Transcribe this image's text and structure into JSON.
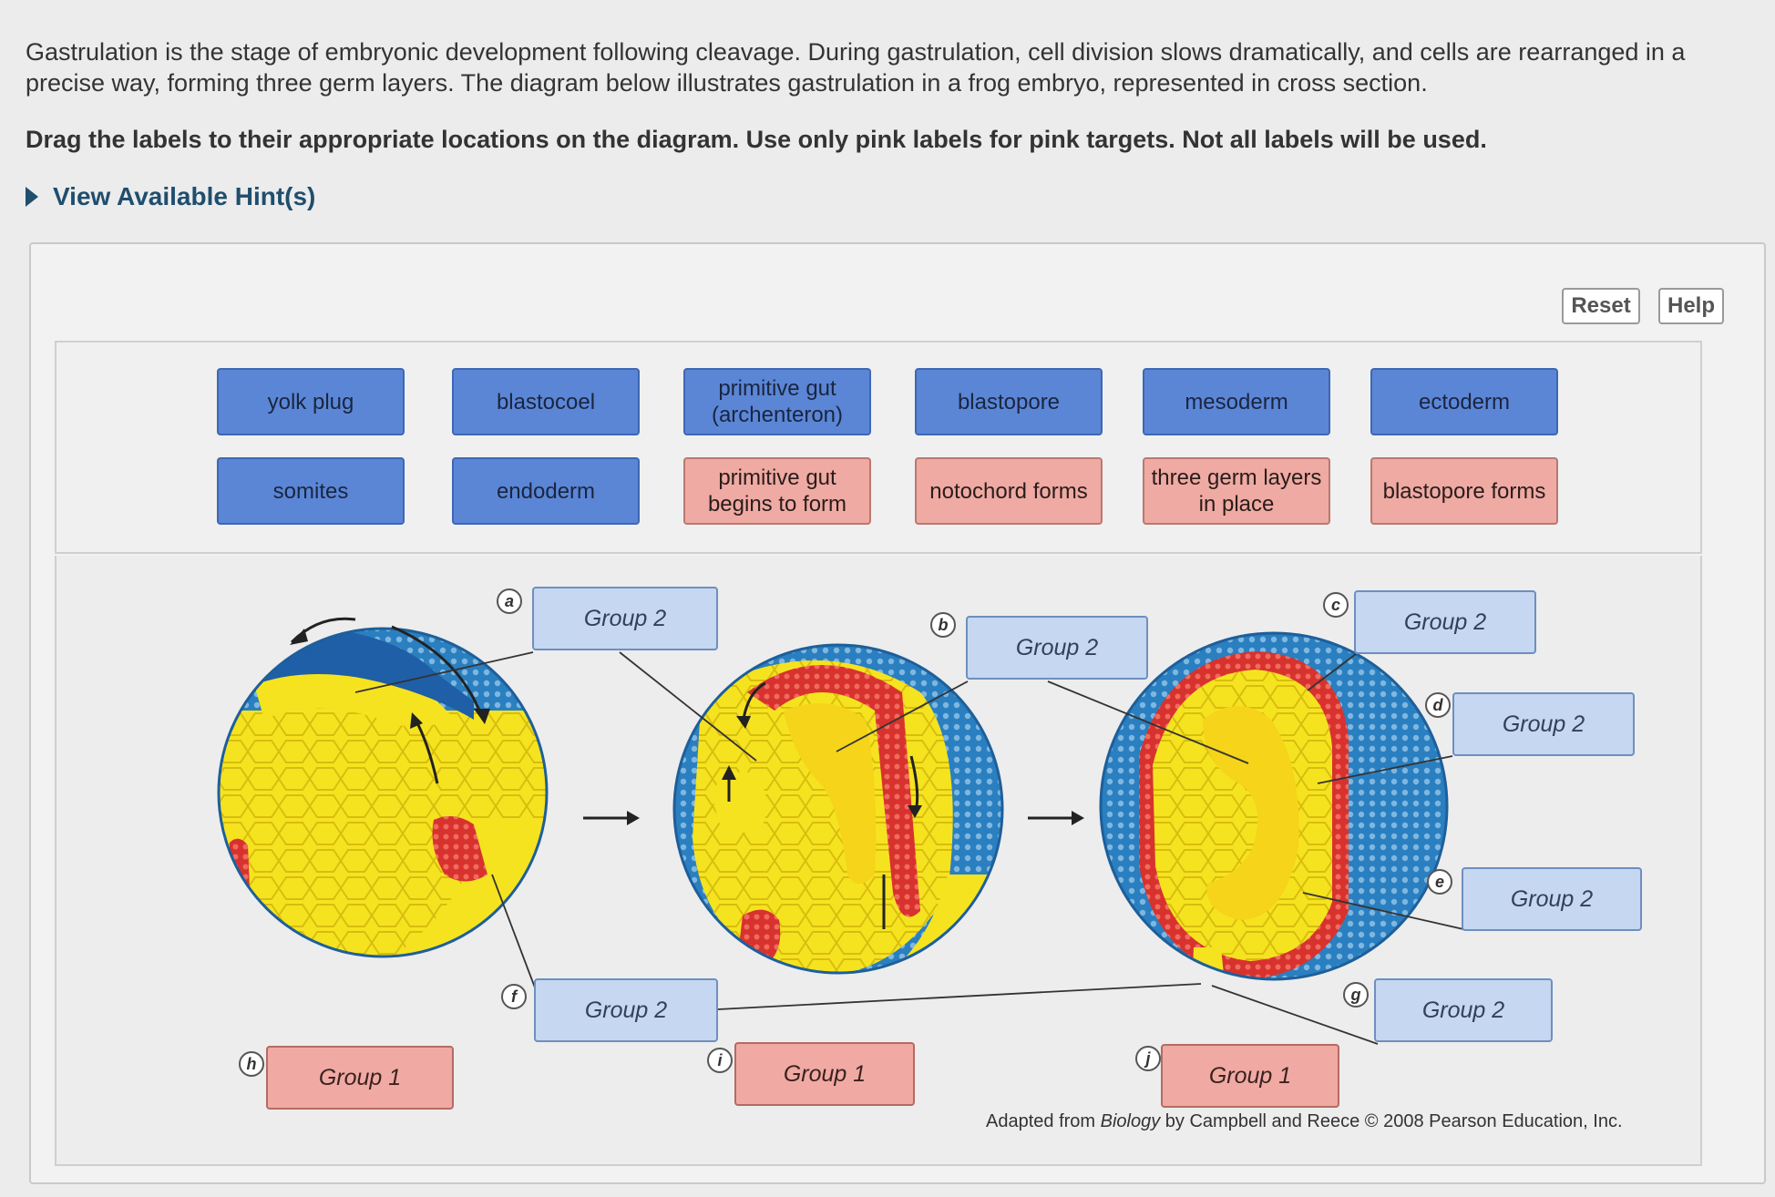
{
  "intro": {
    "text": "Gastrulation is the stage of embryonic development following cleavage. During gastrulation, cell division slows dramatically, and cells are rearranged in a precise way, forming three germ layers. The diagram below illustrates gastrulation in a frog embryo, represented in cross section.",
    "instruction": "Drag the labels to their appropriate locations on the diagram. Use only pink labels for pink targets. Not all labels will be used.",
    "hint_link": "View Available Hint(s)"
  },
  "toolbar": {
    "reset": "Reset",
    "help": "Help"
  },
  "label_bank": {
    "row1": [
      {
        "text": "yolk plug",
        "color": "blue"
      },
      {
        "text": "blastocoel",
        "color": "blue"
      },
      {
        "text": "primitive gut (archenteron)",
        "color": "blue"
      },
      {
        "text": "blastopore",
        "color": "blue"
      },
      {
        "text": "mesoderm",
        "color": "blue"
      },
      {
        "text": "ectoderm",
        "color": "blue"
      }
    ],
    "row2": [
      {
        "text": "somites",
        "color": "blue"
      },
      {
        "text": "endoderm",
        "color": "blue"
      },
      {
        "text": "primitive gut begins to form",
        "color": "pink"
      },
      {
        "text": "notochord forms",
        "color": "pink"
      },
      {
        "text": "three germ layers in place",
        "color": "pink"
      },
      {
        "text": "blastopore forms",
        "color": "pink"
      }
    ]
  },
  "targets": {
    "a": {
      "marker": "a",
      "text": "Group 2"
    },
    "b": {
      "marker": "b",
      "text": "Group 2"
    },
    "c": {
      "marker": "c",
      "text": "Group 2"
    },
    "d": {
      "marker": "d",
      "text": "Group 2"
    },
    "e": {
      "marker": "e",
      "text": "Group 2"
    },
    "f": {
      "marker": "f",
      "text": "Group 2"
    },
    "g": {
      "marker": "g",
      "text": "Group 2"
    },
    "h": {
      "marker": "h",
      "text": "Group 1"
    },
    "i": {
      "marker": "i",
      "text": "Group 1"
    },
    "j": {
      "marker": "j",
      "text": "Group 1"
    }
  },
  "credit": {
    "prefix": "Adapted from ",
    "book": "Biology",
    "suffix": " by Campbell and Reece © 2008 Pearson Education, Inc."
  },
  "colors": {
    "ectoderm_blue": "#2a7fc0",
    "mesoderm_red": "#d8322e",
    "yolk_yellow": "#f5e020",
    "blastocoel_dark": "#1f5fa8",
    "blue_label": "#5b86d6",
    "pink_label": "#eeaaa3"
  }
}
